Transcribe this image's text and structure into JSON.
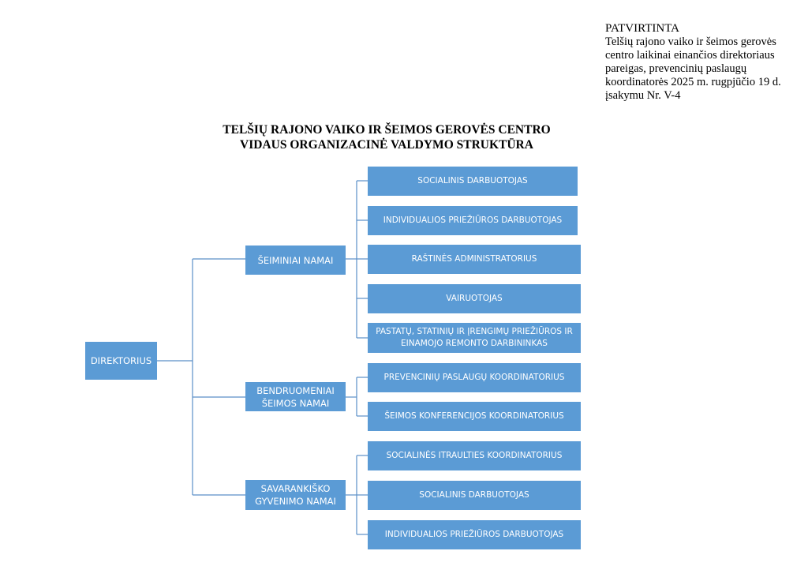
{
  "approval": {
    "approved": "PATVIRTINTA",
    "text": "Telšių rajono vaiko ir šeimos gerovės centro laikinai einančios direktoriaus pareigas, prevencinių paslaugų koordinatorės 2025 m. rugpjūčio 19 d. įsakymu Nr. V-4"
  },
  "title": {
    "line1": "TELŠIŲ RAJONO VAIKO IR ŠEIMOS GEROVĖS CENTRO",
    "line2": "VIDAUS ORGANIZACINĖ VALDYMO STRUKTŪRA"
  },
  "root": {
    "label": "DIREKTORIUS"
  },
  "units": [
    {
      "label": "ŠEIMINIAI NAMAI",
      "roles": [
        "SOCIALINIS DARBUOTOJAS",
        "INDIVIDUALIOS PRIEŽIŪROS DARBUOTOJAS",
        "RAŠTINĖS ADMINISTRATORIUS",
        "VAIRUOTOJAS",
        "PASTATŲ, STATINIŲ IR ĮRENGIMŲ PRIEŽIŪROS IR EINAMOJO REMONTO DARBININKAS"
      ]
    },
    {
      "label": "BENDRUOMENIAI ŠEIMOS NAMAI",
      "roles": [
        "PREVENCINIŲ PASLAUGŲ KOORDINATORIUS",
        "ŠEIMOS KONFERENCIJOS KOORDINATORIUS"
      ]
    },
    {
      "label": "SAVARANKIŠKO GYVENIMO NAMAI",
      "roles": [
        "SOCIALINĖS ITRAULTIES KOORDINATORIUS",
        "SOCIALINIS DARBUOTOJAS",
        "INDIVIDUALIOS PRIEŽIŪROS DARBUOTOJAS"
      ]
    }
  ],
  "colors": {
    "box": "#5b9bd5",
    "line": "#5b8fc7",
    "text": "#ffffff"
  }
}
